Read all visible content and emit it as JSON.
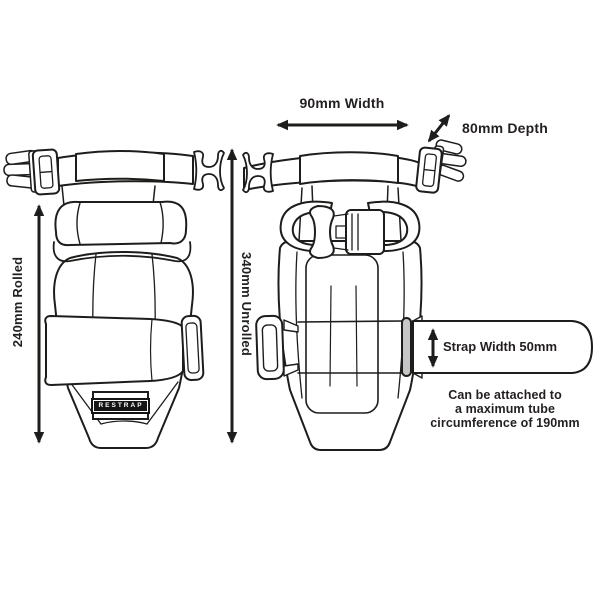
{
  "diagram": {
    "brand": "RESTRAP",
    "measurements": {
      "width": "90mm Width",
      "depth": "80mm Depth",
      "rolled": "240mm Rolled",
      "unrolled": "340mm Unrolled",
      "strap_width": "Strap Width 50mm"
    },
    "note": "Can be attached to\na maximum tube\ncircumference of 190mm",
    "colors": {
      "line": "#1d1d1b",
      "text": "#231f20",
      "background": "#ffffff"
    }
  }
}
